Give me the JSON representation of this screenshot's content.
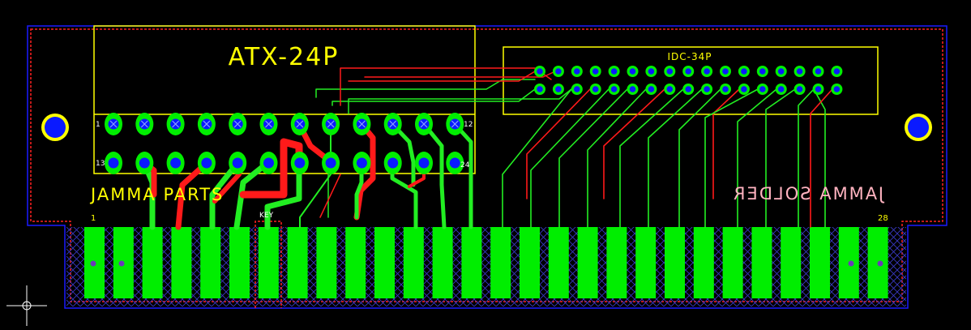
{
  "colors": {
    "background": "#000000",
    "board_outline": "#1a1aff",
    "keepout": "#ff2020",
    "silkscreen": "#ffff00",
    "pad_copper": "#00ee00",
    "drill": "#0a1aff",
    "trace_top": "#ff1a1a",
    "trace_bottom": "#22ee22",
    "text_pink": "#ffb3c0",
    "hatch": "#3a3ac8"
  },
  "labels": {
    "atx": "ATX-24P",
    "idc": "IDC-34P",
    "jamma_parts": "JAMMA PARTS",
    "jamma_solder": "JAMMA SOLDER",
    "key": "KEY",
    "edge_first": "1",
    "edge_last": "28",
    "atx_pin1": "1",
    "atx_pin12": "12",
    "atx_pin13": "13",
    "atx_pin24": "24"
  },
  "components": {
    "atx_pin_count": 24,
    "idc_pin_count": 34,
    "edge_finger_count": 28
  }
}
